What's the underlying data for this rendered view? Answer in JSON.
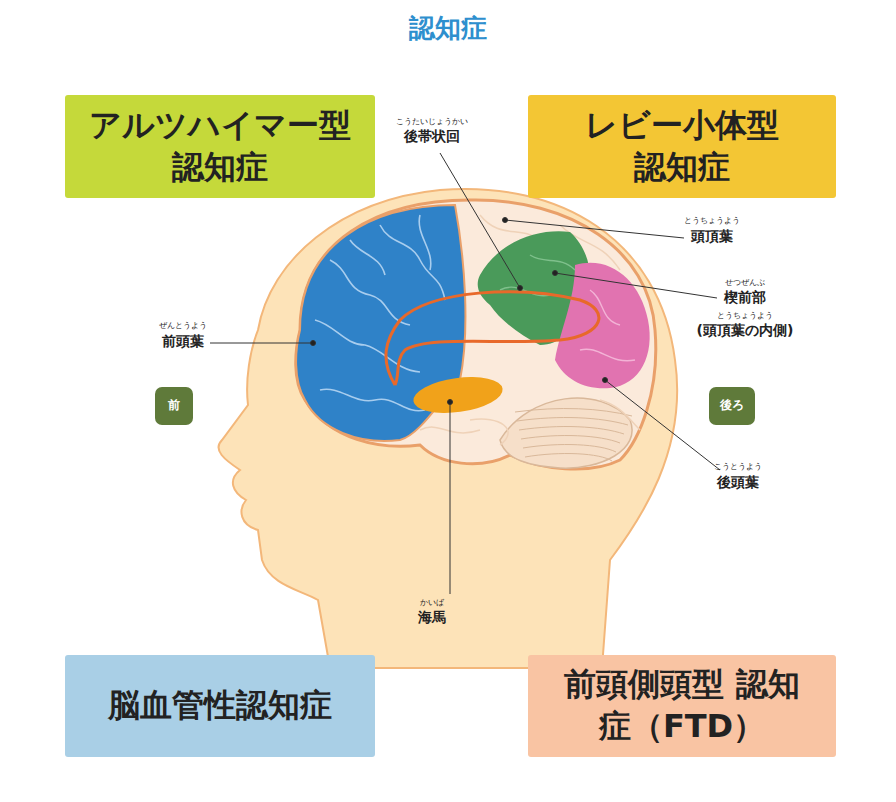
{
  "diagram": {
    "title": "認知症",
    "nodes": [
      {
        "text": [
          "アルツハイマー型 認知症"
        ]
      },
      {
        "text": [
          "レビー小体型 認知症"
        ]
      },
      {
        "text": [
          "前"
        ]
      },
      {
        "text": [
          "後ろ"
        ]
      },
      {
        "text": [
          "脳血管性認知症"
        ]
      },
      {
        "text": [
          "前頭側頭型 認知症（FTD）"
        ]
      }
    ],
    "labels": [
      "こうたいじょうかい",
      "後帯状回",
      "とうちょうよう",
      "頭頂葉",
      "せつぜんぶ",
      "楔前部",
      "とうちょうよう",
      "(頭頂葉の内側)",
      "ぜんとうよう",
      "前頭葉",
      "こうとうよう",
      "後頭葉",
      "かいば",
      "海馬"
    ]
  }
}
